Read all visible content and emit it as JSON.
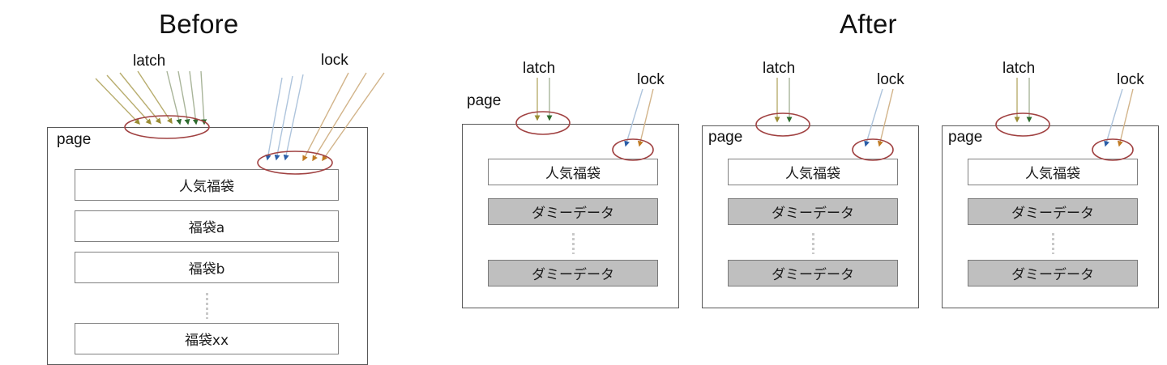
{
  "titles": {
    "before": "Before",
    "after": "After"
  },
  "labels": {
    "page": "page",
    "latch": "latch",
    "lock": "lock"
  },
  "before": {
    "page_label": "page",
    "latch_label": "latch",
    "lock_label": "lock",
    "rows": [
      {
        "text": "人気福袋",
        "style": "white"
      },
      {
        "text": "福袋a",
        "style": "white"
      },
      {
        "text": "福袋b",
        "style": "white"
      },
      {
        "text": "福袋xx",
        "style": "white"
      }
    ],
    "latch_arrows": {
      "olive": 4,
      "green": 4
    },
    "lock_arrows": {
      "blue": 3,
      "orange": 3
    }
  },
  "after": {
    "pages": [
      {
        "page_label": "page",
        "latch_label": "latch",
        "lock_label": "lock",
        "rows": [
          {
            "text": "人気福袋",
            "style": "white"
          },
          {
            "text": "ダミーデータ",
            "style": "gray"
          },
          {
            "text": "ダミーデータ",
            "style": "gray"
          }
        ],
        "latch_arrows": {
          "olive": 1,
          "green": 1
        },
        "lock_arrows": {
          "blue": 1,
          "orange": 1
        }
      },
      {
        "page_label": "page",
        "latch_label": "latch",
        "lock_label": "lock",
        "rows": [
          {
            "text": "人気福袋",
            "style": "white"
          },
          {
            "text": "ダミーデータ",
            "style": "gray"
          },
          {
            "text": "ダミーデータ",
            "style": "gray"
          }
        ],
        "latch_arrows": {
          "olive": 1,
          "green": 1
        },
        "lock_arrows": {
          "blue": 1,
          "orange": 1
        }
      },
      {
        "page_label": "page",
        "latch_label": "latch",
        "lock_label": "lock",
        "rows": [
          {
            "text": "人気福袋",
            "style": "white"
          },
          {
            "text": "ダミーデータ",
            "style": "gray"
          },
          {
            "text": "ダミーデータ",
            "style": "gray"
          }
        ],
        "latch_arrows": {
          "olive": 1,
          "green": 1
        },
        "lock_arrows": {
          "blue": 1,
          "orange": 1
        }
      }
    ]
  },
  "colors": {
    "latch_olive": "#9a8c33",
    "latch_green": "#2e6b2e",
    "lock_blue": "#2b5ea8",
    "lock_orange": "#c07a22",
    "ellipse": "#a04141",
    "page_border": "#595959",
    "row_border": "#808080",
    "row_gray_fill": "#bfbfbf",
    "dots": "#c9c9c9",
    "text": "#1a1a1a"
  }
}
